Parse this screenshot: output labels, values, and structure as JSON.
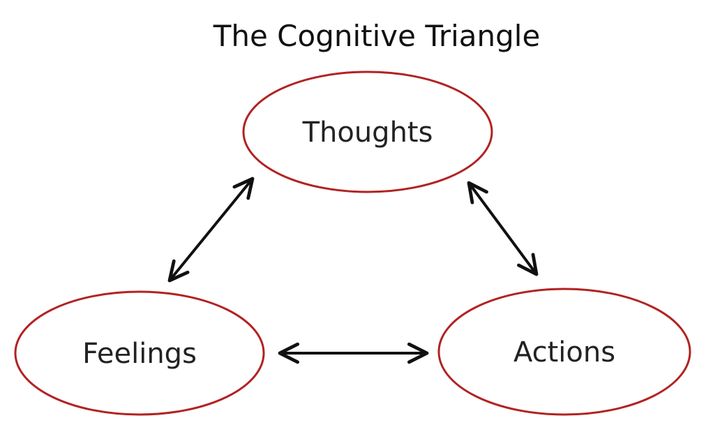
{
  "title": "The Cognitive Triangle",
  "colors": {
    "node_border": "#b22222",
    "arrow": "#111111",
    "text": "#222222"
  },
  "nodes": [
    {
      "id": "thoughts",
      "label": "Thoughts"
    },
    {
      "id": "feelings",
      "label": "Feelings"
    },
    {
      "id": "actions",
      "label": "Actions"
    }
  ],
  "edges": [
    {
      "from": "thoughts",
      "to": "feelings",
      "direction": "both"
    },
    {
      "from": "thoughts",
      "to": "actions",
      "direction": "both"
    },
    {
      "from": "feelings",
      "to": "actions",
      "direction": "both"
    }
  ]
}
